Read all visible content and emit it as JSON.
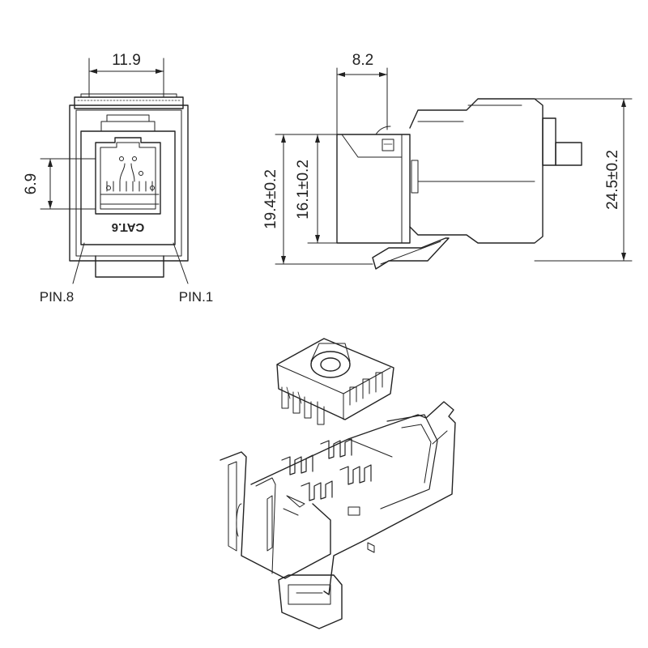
{
  "front_view": {
    "width_dim": "11.9",
    "port_height_dim": "6.9",
    "category_label": "CAT.6",
    "pin_left": "PIN.8",
    "pin_right": "PIN.1"
  },
  "side_view": {
    "depth_dim": "8.2",
    "height_outer_dim": "19.4±0.2",
    "height_inner_dim": "16.1±0.2",
    "total_height_dim": "24.5±0.2"
  },
  "colors": {
    "line": "#222222",
    "background": "#ffffff"
  }
}
